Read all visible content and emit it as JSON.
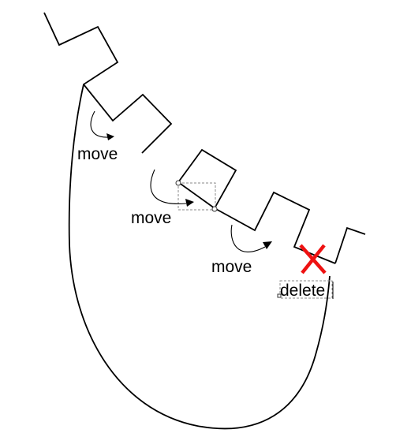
{
  "labels": {
    "move_1": "move",
    "move_2": "move",
    "move_3": "move",
    "delete": "delete"
  },
  "colors": {
    "outline": "#000000",
    "delete_mark": "#ee1111",
    "selection": "#8a8a8a"
  },
  "icons": {
    "delete_mark": "x-cross-icon",
    "arrow": "curved-arrow-icon"
  }
}
